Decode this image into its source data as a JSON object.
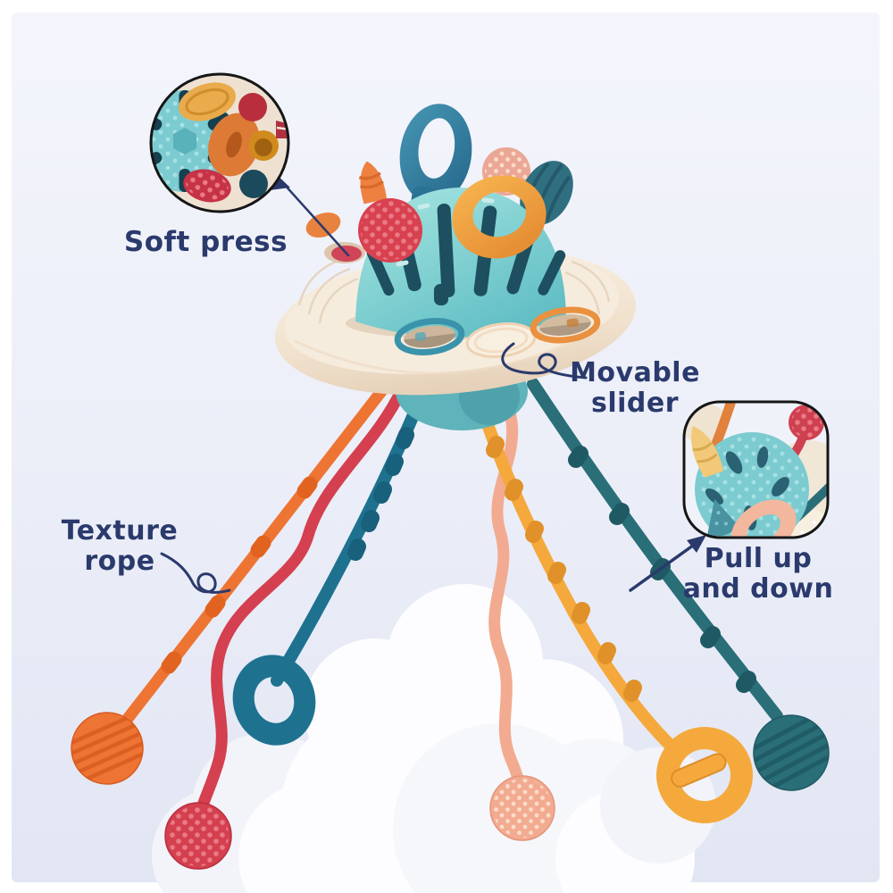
{
  "photo": {
    "subject": "baby sensory UFO pull-string toy floating over clouds",
    "background_top": "#f3f4fb",
    "background_bottom": "#e3e7f4",
    "frame_color": "#ffffff",
    "annotation_text_color": "#2b3a6c"
  },
  "annotations": {
    "soft_press": {
      "label": "Soft press"
    },
    "texture_rope": {
      "line1": "Texture",
      "line2": "rope"
    },
    "movable_slider": {
      "line1": "Movable",
      "line2": "slider"
    },
    "pull_up_down": {
      "line1": "Pull up",
      "line2": "and down"
    }
  },
  "toy_colors": {
    "saucer_cream": "#f4e8d9",
    "dome_teal": "#7fd0d4",
    "top_loop_blue": "#2e7fa2",
    "ring_orange": "#f2a843",
    "press_ball_red": "#d8414f",
    "press_ball_pink": "#eba795",
    "leaf_teal": "#2f6f80",
    "knob_orange": "#ee8040",
    "rope_orange": "#ee7434",
    "rope_red": "#d4404f",
    "rope_blue": "#1e7290",
    "rope_pink": "#f2ab90",
    "rope_yellow": "#f5a93d",
    "rope_dark_teal": "#2a6e78",
    "cloud_white": "#ffffff"
  }
}
